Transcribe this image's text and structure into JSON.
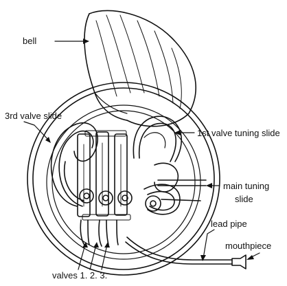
{
  "diagram": {
    "subject": "french-horn",
    "labels": {
      "bell": "bell",
      "third_valve_slide": "3rd valve slide",
      "first_valve_tuning_slide": "1st valve tuning slide",
      "main_tuning_slide_line1": "main tuning",
      "main_tuning_slide_line2": "slide",
      "lead_pipe": "lead pipe",
      "mouthpiece": "mouthpiece",
      "valves": "valves 1. 2. 3."
    },
    "colors": {
      "ink": "#111111",
      "background": "#ffffff"
    }
  }
}
